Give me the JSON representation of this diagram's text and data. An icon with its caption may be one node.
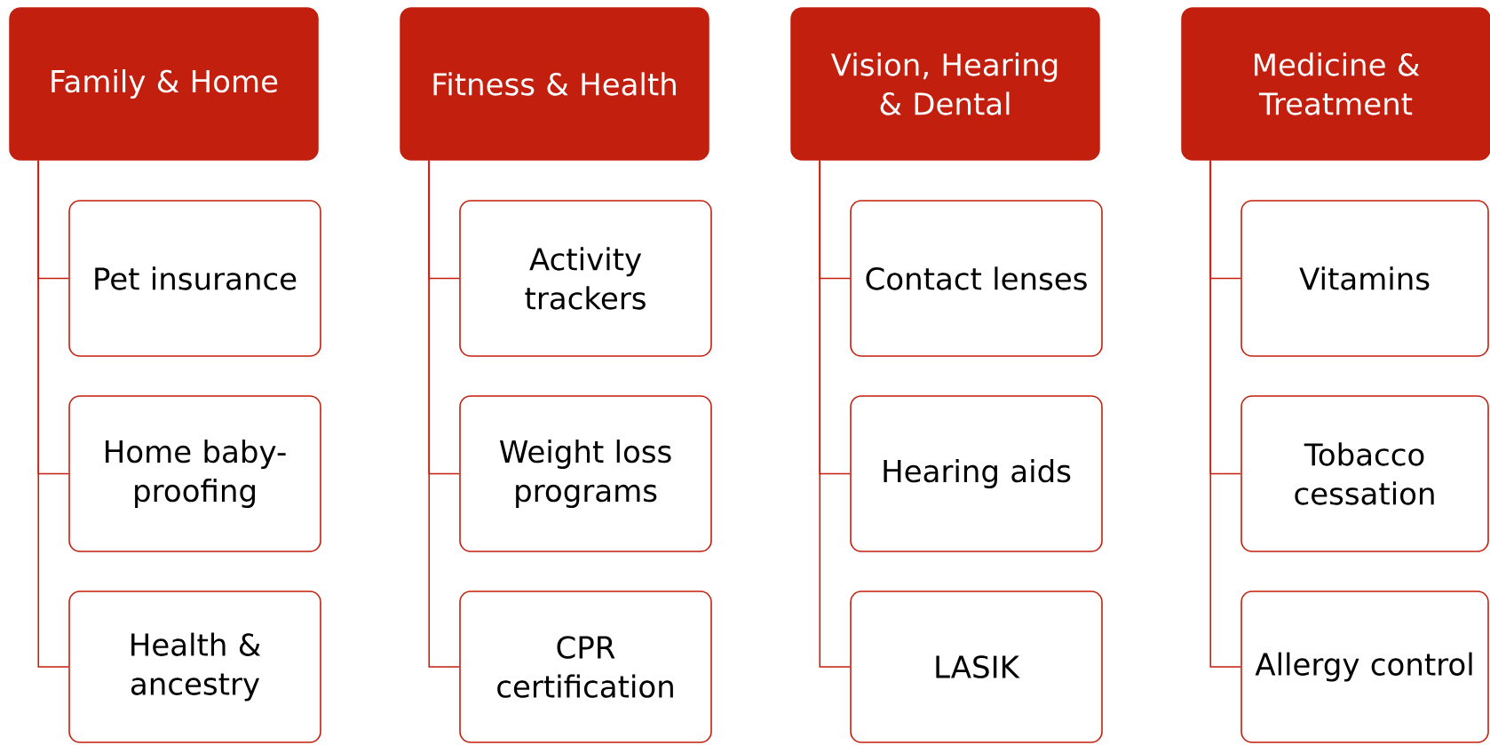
{
  "diagram": {
    "nodes": [
      {
        "text": [
          "Family & Home"
        ]
      },
      {
        "text": [
          "Pet insurance"
        ]
      },
      {
        "text": [
          "Home baby-proofing"
        ]
      },
      {
        "text": [
          "Health & ancestry"
        ]
      },
      {
        "text": [
          "Fitness & Health"
        ]
      },
      {
        "text": [
          "Activity trackers"
        ]
      },
      {
        "text": [
          "Weight loss programs"
        ]
      },
      {
        "text": [
          "CPR certification"
        ]
      },
      {
        "text": [
          "Vision, Hearing & Dental"
        ]
      },
      {
        "text": [
          "Contact lenses"
        ]
      },
      {
        "text": [
          "Hearing aids"
        ]
      },
      {
        "text": [
          "LASIK"
        ]
      },
      {
        "text": [
          "Medicine & Treatment"
        ]
      },
      {
        "text": [
          "Vitamins"
        ]
      },
      {
        "text": [
          "Tobacco cessation"
        ]
      },
      {
        "text": [
          "Allergy control"
        ]
      }
    ],
    "edges": [
      {
        "from": 0,
        "to": 1,
        "arrow": "none"
      },
      {
        "from": 0,
        "to": 2,
        "arrow": "none"
      },
      {
        "from": 0,
        "to": 3,
        "arrow": "none"
      },
      {
        "from": 4,
        "to": 5,
        "arrow": "none"
      },
      {
        "from": 4,
        "to": 6,
        "arrow": "none"
      },
      {
        "from": 4,
        "to": 7,
        "arrow": "none"
      },
      {
        "from": 8,
        "to": 9,
        "arrow": "none"
      },
      {
        "from": 8,
        "to": 10,
        "arrow": "none"
      },
      {
        "from": 8,
        "to": 11,
        "arrow": "none"
      },
      {
        "from": 12,
        "to": 13,
        "arrow": "none"
      },
      {
        "from": 12,
        "to": 14,
        "arrow": "none"
      },
      {
        "from": 12,
        "to": 15,
        "arrow": "none"
      }
    ]
  }
}
